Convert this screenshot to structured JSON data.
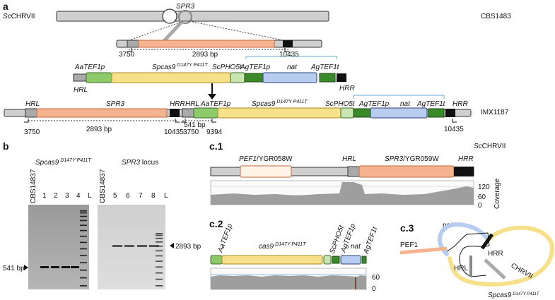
{
  "panels": {
    "a": "a",
    "b": "b",
    "c1": "c.1",
    "c2": "c.2",
    "c3": "c.3"
  },
  "chromosome": {
    "label": "ScCHRVII",
    "species": "Sc",
    "name": "CHRVII",
    "zoom_label": "SPR3"
  },
  "strains": {
    "wildtype": "CBS1483",
    "engineered": "IMX1187"
  },
  "row1": {
    "left_coord": "3750",
    "right_coord": "10435",
    "length": "2893 bp"
  },
  "cassette": {
    "promoter1": "AaTEF1p",
    "cas9_name": "Spcas9",
    "cas9_mut": "D147Y P411T",
    "terminator1": "ScPHO5t",
    "promoter2": "AgTEF1p",
    "marker": "nat",
    "terminator2": "AgTEF1t",
    "hrl": "HRL",
    "hrr": "HRR"
  },
  "row3": {
    "hrl": "HRL",
    "spr3": "SPR3",
    "hrr": "HRR",
    "hrl2": "HRL",
    "promoter1": "AaTEF1p",
    "cas9_name": "Spcas9",
    "cas9_mut": "D147Y P411T",
    "terminator1": "ScPHO5t",
    "promoter2": "AgTEF1p",
    "marker": "nat",
    "terminator2": "AgTEF1t",
    "hrr2": "HRR",
    "c3750a": "3750",
    "len": "2893 bp",
    "c10435": "10435",
    "c3750b": "3750",
    "len541": "541 bp",
    "c9394": "9394",
    "c10435b": "10435"
  },
  "gel": {
    "left_title": "Spcas9",
    "left_title_mut": "D147Y P411T",
    "right_title": "SPR3 locus",
    "left_lanes": [
      "CBS14837",
      "1",
      "2",
      "3",
      "4",
      "L"
    ],
    "right_lanes": [
      "CBS14837",
      "5",
      "6",
      "7",
      "8",
      "L"
    ],
    "left_band": "541 bp",
    "right_band": "2893 bp"
  },
  "c1": {
    "gene1": "PEF1/YGR058W",
    "hrl": "HRL",
    "gene2": "SPR3/YGR059W",
    "hrr": "HRR",
    "chrom": "ScCHRVII",
    "axis_title": "Coverage",
    "ticks": [
      "120",
      "60",
      "0"
    ]
  },
  "c2": {
    "promoter1": "AaTEF1p",
    "cas9": "cas9",
    "cas9_mut": "D147Y P411T",
    "terminator1": "ScPHO5t",
    "promoter2": "AgTEF1p",
    "marker": "nat",
    "terminator2": "AgTEF1t",
    "ticks": [
      "60",
      "0"
    ]
  },
  "c3": {
    "nat": "nat",
    "pef1": "PEF1",
    "hrr": "HRR",
    "hrl": "HRL",
    "chrvii": "CHRVII",
    "cas9": "Spcas9",
    "cas9_mut": "D147Y P411T"
  },
  "colors": {
    "salmon": "#f6b38f",
    "yellow": "#f7e08a",
    "green": "#8ec96a",
    "dark_green": "#3b8a2a",
    "blue": "#b7cdf0",
    "grey": "#c9c9c9",
    "black": "#111111"
  }
}
